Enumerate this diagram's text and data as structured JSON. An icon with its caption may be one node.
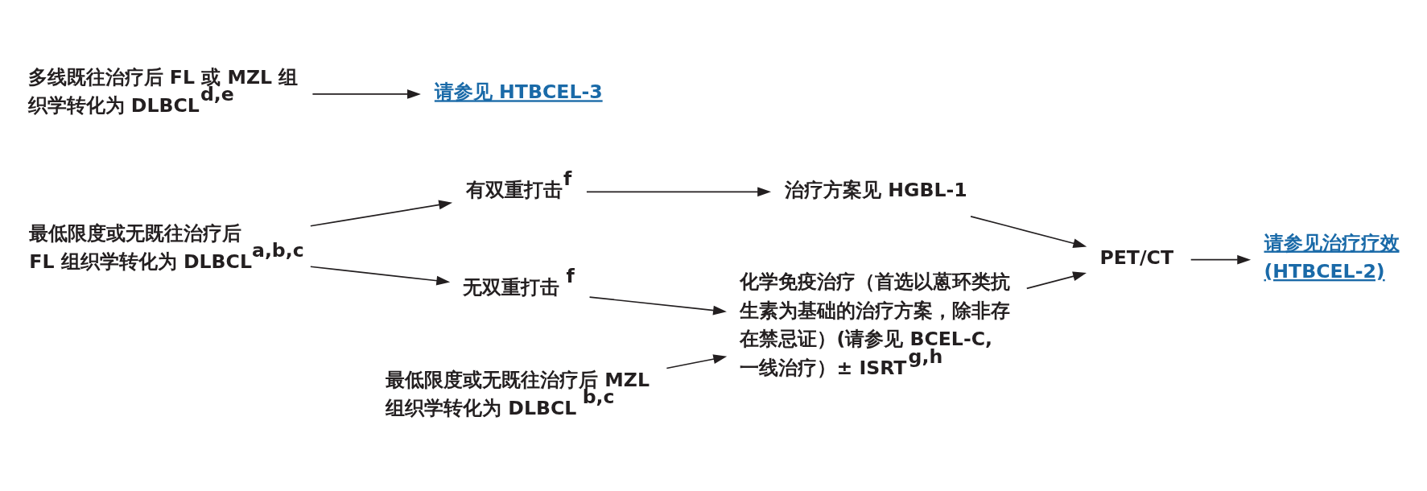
{
  "diagram": {
    "nodes": [
      {
        "text": [
          "最低限度或无既往治疗后 FL 组织学转化为 DLBCL$^{a,b,c}$"
        ]
      },
      {
        "text": [
          "有双重打击$^{f}$"
        ]
      },
      {
        "text": [
          "无双重打击 $^{f}$"
        ]
      },
      {
        "text": [
          "治疗方案见 HGBL-1"
        ]
      },
      {
        "text": [
          "最低限度或无既往治疗后 MZL 组织学转化为 DLBCL $^{b,c}$"
        ]
      },
      {
        "text": [
          "化学免疫治疗（首选以蒽环类抗生素为基础的治疗方案，除非存在禁忌证）(请参见 BCEL-C, 一线治疗）± ISRT$^{g,h}$"
        ]
      },
      {
        "text": [
          "PET/CT"
        ]
      },
      {
        "text": [
          "请参见治疗疗效 (HTBCEL-2)"
        ]
      },
      {
        "text": [
          "多线既往治疗后 FL 或 MZL 组织学转化为 DLBCL$^{d,e}$"
        ]
      },
      {
        "text": [
          "请参见 HTBCEL-3"
        ]
      }
    ],
    "edges": [
      {
        "from": 0,
        "to": 1,
        "arrow": "to"
      },
      {
        "from": 0,
        "to": 2,
        "arrow": "to"
      },
      {
        "from": 1,
        "to": 3,
        "arrow": "to"
      },
      {
        "from": 2,
        "to": 5,
        "arrow": "to"
      },
      {
        "from": 4,
        "to": 5,
        "arrow": "to"
      },
      {
        "from": 3,
        "to": 6,
        "arrow": "to"
      },
      {
        "from": 5,
        "to": 6,
        "arrow": "to"
      },
      {
        "from": 6,
        "to": 7,
        "arrow": "to"
      },
      {
        "from": 8,
        "to": 9,
        "arrow": "to"
      }
    ]
  }
}
